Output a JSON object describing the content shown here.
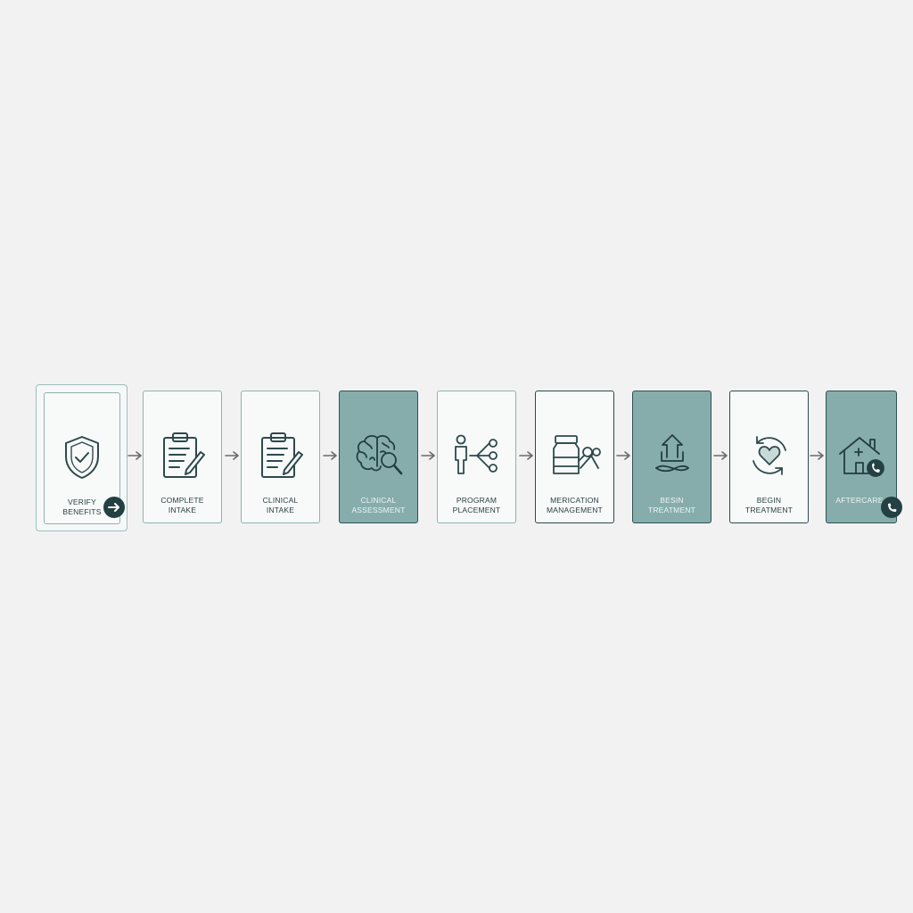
{
  "steps": [
    {
      "line1": "VERIFY",
      "line2": "BENEFITS",
      "icon": "shield-check-icon"
    },
    {
      "line1": "COMPLETE",
      "line2": "INTAKE",
      "icon": "clipboard-pencil-icon"
    },
    {
      "line1": "CLINICAL",
      "line2": "INTAKE",
      "icon": "clipboard-pencil-icon"
    },
    {
      "line1": "CLINICAL",
      "line2": "ASSESSMENT",
      "icon": "brain-magnifier-icon"
    },
    {
      "line1": "PROGRAM",
      "line2": "PLACEMENT",
      "icon": "person-network-icon"
    },
    {
      "line1": "MERICATION",
      "line2": "MANAGEMENT",
      "icon": "medicine-bottle-icon"
    },
    {
      "line1": "BESIN",
      "line2": "TREATMENT",
      "icon": "hands-upload-icon"
    },
    {
      "line1": "BEGIN",
      "line2": "TREATMENT",
      "icon": "heart-cycle-icon"
    },
    {
      "line1": "AFTERCARE",
      "line2": "",
      "icon": "home-phone-icon"
    }
  ],
  "colors": {
    "background": "#f2f2f2",
    "card": "#f8f9f9",
    "card_filled": "#86adab",
    "border_light": "#8fb3b0",
    "border_dark": "#2e4a4c",
    "icon_stroke": "#2d4a4c",
    "badge": "#234143"
  }
}
